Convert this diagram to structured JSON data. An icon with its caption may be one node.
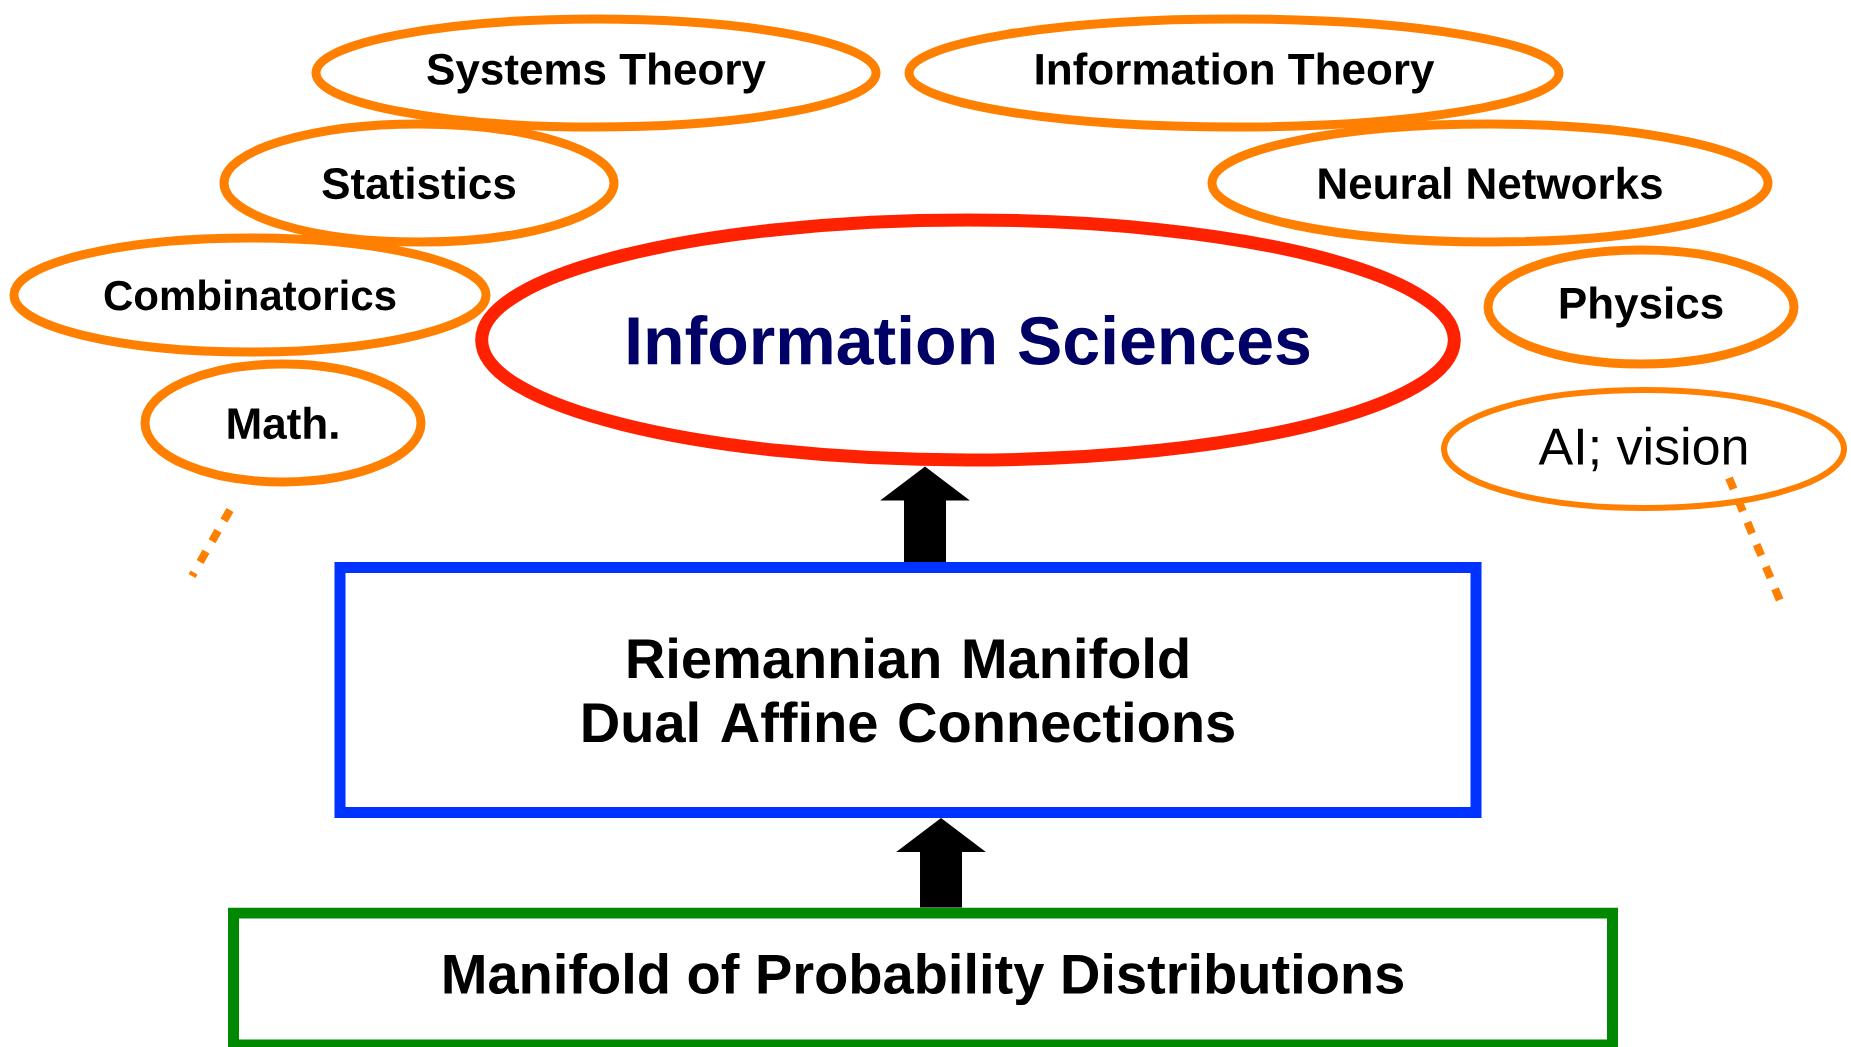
{
  "diagram": {
    "nodes": [
      {
        "text": [
          "Systems Theory"
        ]
      },
      {
        "text": [
          "Information Theory"
        ]
      },
      {
        "text": [
          "Statistics"
        ]
      },
      {
        "text": [
          "Neural Networks"
        ]
      },
      {
        "text": [
          "Combinatorics"
        ]
      },
      {
        "text": [
          "Information Sciences"
        ]
      },
      {
        "text": [
          "Physics"
        ]
      },
      {
        "text": [
          "Math."
        ]
      },
      {
        "text": [
          "AI; vision"
        ]
      },
      {
        "text": [
          "Riemannian Manifold Dual Affine Connections"
        ]
      },
      {
        "text": [
          "Manifold of Probability Distributions"
        ]
      }
    ],
    "edges": [
      {
        "from": 9,
        "to": 5,
        "arrow": "to"
      },
      {
        "from": 10,
        "to": 9,
        "arrow": "to"
      }
    ]
  }
}
